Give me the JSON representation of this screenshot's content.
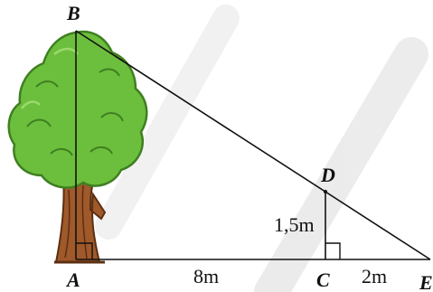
{
  "diagram": {
    "points": {
      "A": "A",
      "B": "B",
      "C": "C",
      "D": "D",
      "E": "E"
    },
    "measures": {
      "AC": "8m",
      "CE": "2m",
      "CD": "1,5m"
    },
    "colors": {
      "line": "#111111",
      "foliage": "#6cbf3c",
      "foliage_dark": "#3f7f22",
      "foliage_light": "#9ad96a",
      "trunk": "#a0592a",
      "trunk_dark": "#5b2f12",
      "watermark": "#d8d8d8"
    },
    "icons": {
      "tree": "tree-icon",
      "watermark": "watermark-mark"
    }
  }
}
